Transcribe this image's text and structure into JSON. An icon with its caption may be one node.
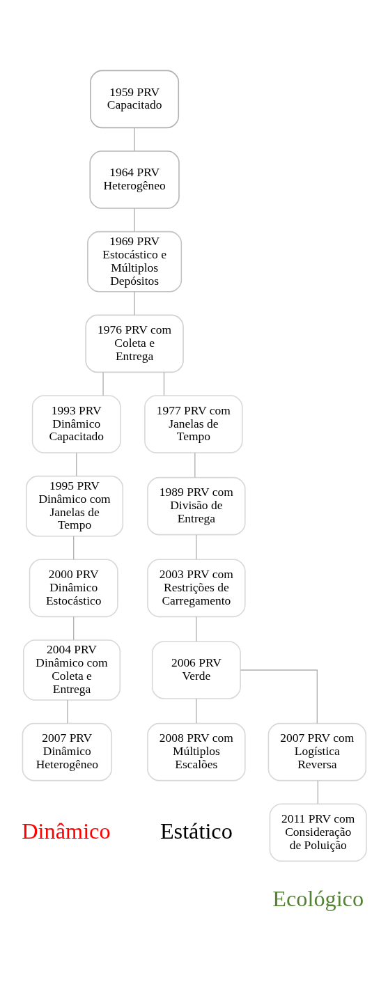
{
  "diagram": {
    "nodes": [
      {
        "text": [
          "1959 PRV Capacitado"
        ]
      },
      {
        "text": [
          "1964 PRV Heterogêneo"
        ]
      },
      {
        "text": [
          "1969 PRV Estocástico e Múltiplos Depósitos"
        ]
      },
      {
        "text": [
          "1976 PRV com Coleta e Entrega"
        ]
      },
      {
        "text": [
          "1993 PRV Dinâmico Capacitado"
        ]
      },
      {
        "text": [
          "1977 PRV com Janelas de Tempo"
        ]
      },
      {
        "text": [
          "1995 PRV Dinâmico com Janelas de Tempo"
        ]
      },
      {
        "text": [
          "1989 PRV com Divisão de Entrega"
        ]
      },
      {
        "text": [
          "2000 PRV Dinâmico Estocástico"
        ]
      },
      {
        "text": [
          "2003 PRV com Restrições de Carregamento"
        ]
      },
      {
        "text": [
          "2004 PRV Dinâmico com Coleta e Entrega"
        ]
      },
      {
        "text": [
          "2006 PRV Verde"
        ]
      },
      {
        "text": [
          "2007 PRV Dinâmico Heterogêneo"
        ]
      },
      {
        "text": [
          "2008 PRV com Múltiplos Escalões"
        ]
      },
      {
        "text": [
          "2007 PRV com Logística Reversa"
        ]
      },
      {
        "text": [
          "2011 PRV com Consideração de Poluição"
        ]
      }
    ],
    "edges": [
      {
        "from": 0,
        "to": 1,
        "arrow": "none"
      },
      {
        "from": 1,
        "to": 2,
        "arrow": "none"
      },
      {
        "from": 2,
        "to": 3,
        "arrow": "none"
      },
      {
        "from": 3,
        "to": 4,
        "arrow": "none"
      },
      {
        "from": 3,
        "to": 5,
        "arrow": "none"
      },
      {
        "from": 4,
        "to": 6,
        "arrow": "none"
      },
      {
        "from": 6,
        "to": 8,
        "arrow": "none"
      },
      {
        "from": 8,
        "to": 10,
        "arrow": "none"
      },
      {
        "from": 10,
        "to": 12,
        "arrow": "none"
      },
      {
        "from": 5,
        "to": 7,
        "arrow": "none"
      },
      {
        "from": 7,
        "to": 9,
        "arrow": "none"
      },
      {
        "from": 9,
        "to": 11,
        "arrow": "none"
      },
      {
        "from": 11,
        "to": 13,
        "arrow": "none"
      },
      {
        "from": 11,
        "to": 14,
        "arrow": "none"
      },
      {
        "from": 14,
        "to": 15,
        "arrow": "none"
      }
    ],
    "labels": [
      "Dinâmico",
      "Estático",
      "Ecológico"
    ]
  }
}
